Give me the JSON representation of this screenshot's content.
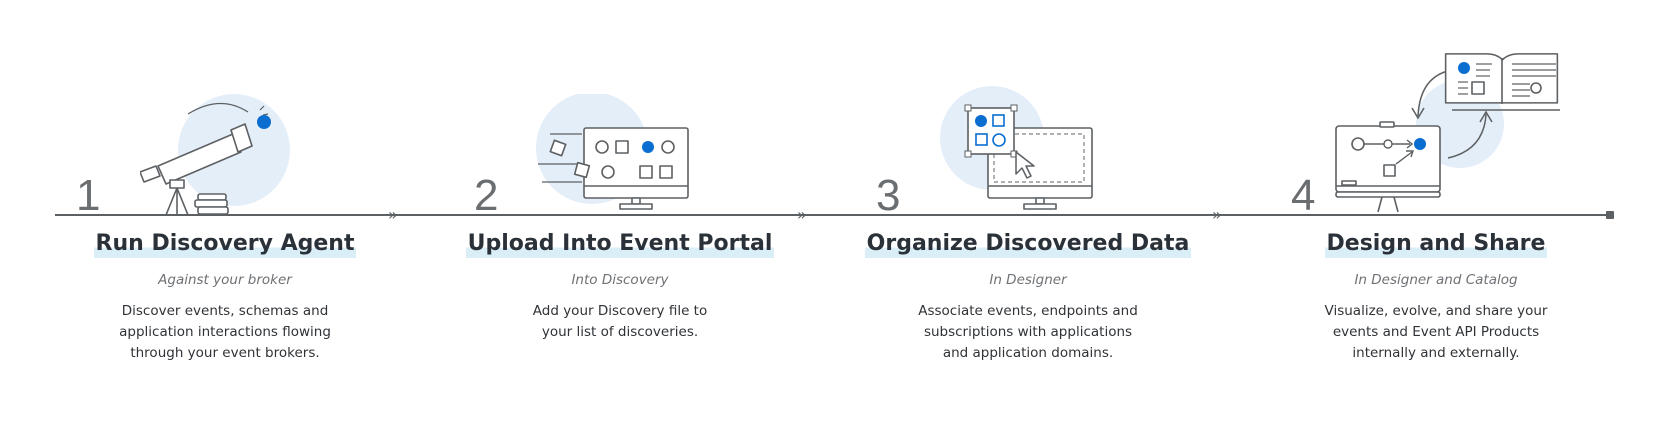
{
  "colors": {
    "accent_blue": "#0a6ed1",
    "halo": "#e4eef9",
    "line": "#5d6063",
    "title_highlight": "#d9eef7"
  },
  "steps": [
    {
      "number": "1",
      "title": "Run Discovery Agent",
      "subtitle": "Against your broker",
      "description": [
        "Discover events, schemas and",
        "application interactions flowing",
        "through your event brokers."
      ],
      "icon": "telescope-icon"
    },
    {
      "number": "2",
      "title": "Upload Into Event Portal",
      "subtitle": "Into Discovery",
      "description": [
        "Add your Discovery file to",
        "your list of discoveries."
      ],
      "icon": "monitor-upload-icon"
    },
    {
      "number": "3",
      "title": "Organize Discovered Data",
      "subtitle": "In Designer",
      "description": [
        "Associate events, endpoints and",
        "subscriptions with applications",
        "and application domains."
      ],
      "icon": "monitor-organize-icon"
    },
    {
      "number": "4",
      "title": "Design and Share",
      "subtitle": "In Designer and Catalog",
      "description": [
        "Visualize, evolve, and share your",
        "events and Event API Products",
        "internally and externally."
      ],
      "icon": "catalog-share-icon"
    }
  ]
}
